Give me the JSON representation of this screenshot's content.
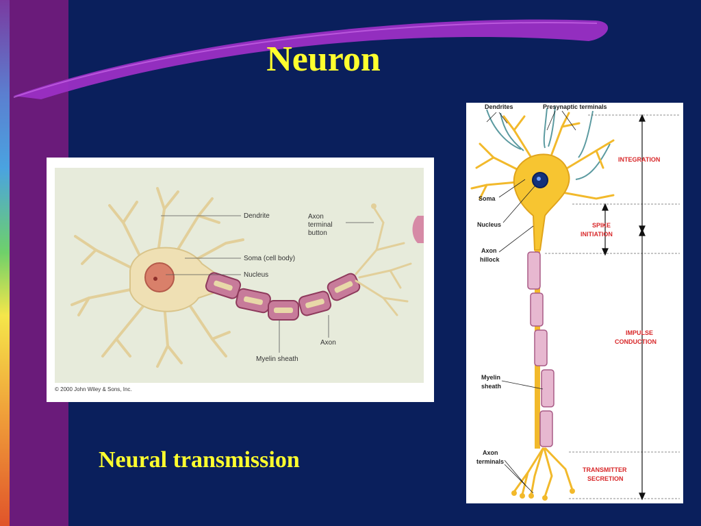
{
  "slide": {
    "title": "Neuron",
    "subtitle": "Neural transmission",
    "colors": {
      "background": "#0a1f5c",
      "title": "#ffff2e",
      "sidebar": "#6a1b7a"
    }
  },
  "figure_left": {
    "labels": {
      "dendrite": "Dendrite",
      "axon_terminal_1": "Axon",
      "axon_terminal_2": "terminal",
      "axon_terminal_3": "button",
      "soma": "Soma (cell body)",
      "nucleus": "Nucleus",
      "axon": "Axon",
      "myelin": "Myelin sheath"
    },
    "copyright": "© 2000 John Wiley & Sons, Inc."
  },
  "figure_right": {
    "labels": {
      "dendrites": "Dendrites",
      "presynaptic": "Presynaptic terminals",
      "soma": "Soma",
      "nucleus": "Nucleus",
      "axon_hillock_1": "Axon",
      "axon_hillock_2": "hillock",
      "myelin_1": "Myelin",
      "myelin_2": "sheath",
      "axon_terminals_1": "Axon",
      "axon_terminals_2": "terminals"
    },
    "stages": {
      "integration": "INTEGRATION",
      "spike_1": "SPIKE",
      "spike_2": "INITIATION",
      "impulse_1": "IMPULSE",
      "impulse_2": "CONDUCTION",
      "transmitter_1": "TRANSMITTER",
      "transmitter_2": "SECRETION"
    }
  }
}
